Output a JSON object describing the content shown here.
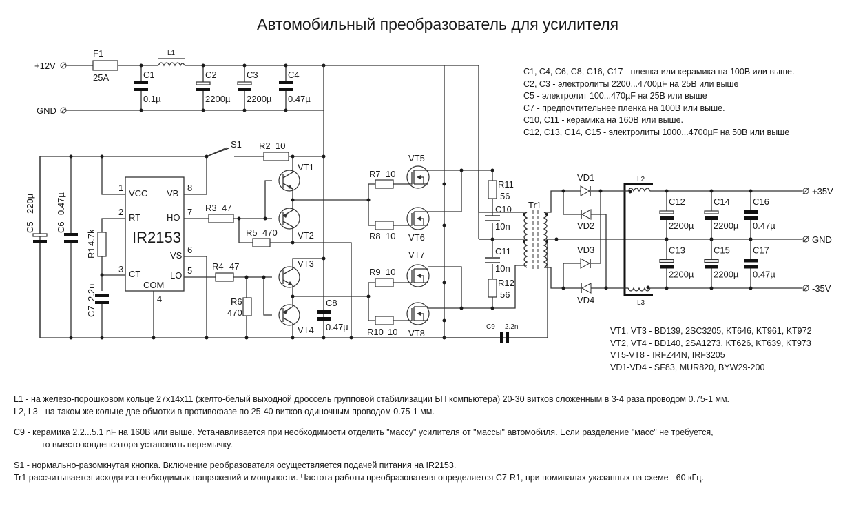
{
  "title": "Автомобильный преобразователь для усилителя",
  "terminals": {
    "in_plus": "+12V",
    "in_gnd": "GND",
    "out_plus": "+35V",
    "out_gnd": "GND",
    "out_minus": "-35V"
  },
  "components": {
    "F1": {
      "ref": "F1",
      "value": "25A"
    },
    "L1": {
      "ref": "L1"
    },
    "L2": {
      "ref": "L2"
    },
    "L3": {
      "ref": "L3"
    },
    "C1": {
      "ref": "C1",
      "value": "0.1µ"
    },
    "C2": {
      "ref": "C2",
      "value": "2200µ"
    },
    "C3": {
      "ref": "C3",
      "value": "2200µ"
    },
    "C4": {
      "ref": "C4",
      "value": "0.47µ"
    },
    "C5": {
      "ref": "C5",
      "value": "220µ"
    },
    "C6": {
      "ref": "C6",
      "value": "0.47µ"
    },
    "C7": {
      "ref": "C7",
      "value": "2.2n"
    },
    "C8": {
      "ref": "C8",
      "value": "0.47µ"
    },
    "C9": {
      "ref": "C9",
      "value": "2.2n"
    },
    "C10": {
      "ref": "C10",
      "value": "10n"
    },
    "C11": {
      "ref": "C11",
      "value": "10n"
    },
    "C12": {
      "ref": "C12",
      "value": "2200µ"
    },
    "C13": {
      "ref": "C13",
      "value": "2200µ"
    },
    "C14": {
      "ref": "C14",
      "value": "2200µ"
    },
    "C15": {
      "ref": "C15",
      "value": "2200µ"
    },
    "C16": {
      "ref": "C16",
      "value": "0.47µ"
    },
    "C17": {
      "ref": "C17",
      "value": "0.47µ"
    },
    "R1": {
      "ref": "R1",
      "value": "4.7k"
    },
    "R2": {
      "ref": "R2",
      "value": "10"
    },
    "R3": {
      "ref": "R3",
      "value": "47"
    },
    "R4": {
      "ref": "R4",
      "value": "47"
    },
    "R5": {
      "ref": "R5",
      "value": "470"
    },
    "R6": {
      "ref": "R6",
      "value": "470"
    },
    "R7": {
      "ref": "R7",
      "value": "10"
    },
    "R8": {
      "ref": "R8",
      "value": "10"
    },
    "R9": {
      "ref": "R9",
      "value": "10"
    },
    "R10": {
      "ref": "R10",
      "value": "10"
    },
    "R11": {
      "ref": "R11",
      "value": "56"
    },
    "R12": {
      "ref": "R12",
      "value": "56"
    },
    "S1": {
      "ref": "S1"
    },
    "Tr1": {
      "ref": "Tr1"
    },
    "VT1": {
      "ref": "VT1"
    },
    "VT2": {
      "ref": "VT2"
    },
    "VT3": {
      "ref": "VT3"
    },
    "VT4": {
      "ref": "VT4"
    },
    "VT5": {
      "ref": "VT5"
    },
    "VT6": {
      "ref": "VT6"
    },
    "VT7": {
      "ref": "VT7"
    },
    "VT8": {
      "ref": "VT8"
    },
    "VD1": {
      "ref": "VD1"
    },
    "VD2": {
      "ref": "VD2"
    },
    "VD3": {
      "ref": "VD3"
    },
    "VD4": {
      "ref": "VD4"
    },
    "IC": {
      "name": "IR2153",
      "pins": {
        "p1": {
          "num": "1",
          "name": "VCC"
        },
        "p2": {
          "num": "2",
          "name": "RT"
        },
        "p3": {
          "num": "3",
          "name": "CT"
        },
        "p4": {
          "num": "4",
          "name": "COM"
        },
        "p5": {
          "num": "5",
          "name": "LO"
        },
        "p6": {
          "num": "6",
          "name": "VS"
        },
        "p7": {
          "num": "7",
          "name": "HO"
        },
        "p8": {
          "num": "8",
          "name": "VB"
        }
      }
    }
  },
  "capacitor_notes": [
    "C1, C4, C6, C8, C16, C17 - пленка или керамика на 100В или выше.",
    "C2, C3 - электролиты 2200...4700µF  на 25В или выше",
    "C5 - электролит 100...470µF  на 25В или выше",
    "C7 - предпочтительнее пленка на 100В или выше.",
    "C10, C11 -  керамика на 160В или выше.",
    "C12, C13, C14, C15 - электролиты 1000...4700µF  на 50В или выше"
  ],
  "parts_notes": [
    "VT1, VT3 - BD139, 2SC3205, KT646, KT961, KT972",
    "VT2, VT4 - BD140, 2SA1273, KT626, KT639, KT973",
    "VT5-VT8  -  IRFZ44N, IRF3205",
    "VD1-VD4  -  SF83, MUR820, BYW29-200"
  ],
  "bottom_notes": {
    "l1": "L1 - на железо-порошковом кольце 27x14x11 (желто-белый выходной дроссель групповой стабилизации БП компьютера) 20-30 витков сложенным в 3-4 раза проводом 0.75-1 мм.",
    "l2l3": "L2, L3 - на таком же кольце две обмотки в противофазе по 25-40 витков одиночным проводом 0.75-1 мм.",
    "c9_a": "C9 -  керамика 2.2...5.1 nF на 160В или выше. Устанавливается при необходимости отделить \"массу\" усилителя от \"массы\" автомобиля. Если разделение \"масс\" не требуется,",
    "c9_b": "то вместо конденсатора установить перемычку.",
    "s1": "S1 - нормально-разомкнутая кнопка. Включение реобразователя осуществляется подачей питания на IR2153.",
    "tr1": "Tr1 рассчитывается исходя из необходимых напряжений и мощьности. Частота работы преобразователя определяется C7-R1, при номиналах указанных на схеме - 60 кГц."
  }
}
